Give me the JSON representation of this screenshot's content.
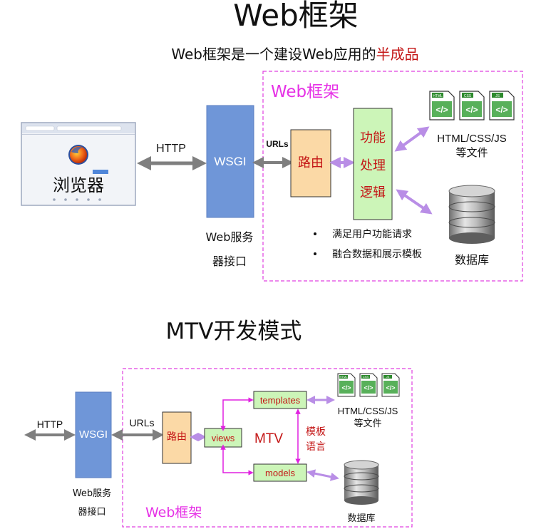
{
  "top": {
    "title": "Web框架",
    "subtitle_prefix": "Web框架是一个建设Web应用的",
    "subtitle_highlight": "半成品",
    "frame_label": "Web框架",
    "browser_label": "浏览器",
    "http_label": "HTTP",
    "wsgi_label": "WSGI",
    "wsgi_caption_line1": "Web服务",
    "wsgi_caption_line2": "器接口",
    "urls_label": "URLs",
    "router_label": "路由",
    "logic_line1": "功能",
    "logic_line2": "处理",
    "logic_line3": "逻辑",
    "files_label_line1": "HTML/CSS/JS",
    "files_label_line2": "等文件",
    "db_label": "数据库",
    "bullets": [
      "满足用户功能请求",
      "融合数据和展示模板"
    ],
    "file_icon_tags": [
      "HTML",
      "CSS",
      "JS"
    ]
  },
  "bottom": {
    "title": "MTV开发模式",
    "http_label": "HTTP",
    "wsgi_label": "WSGI",
    "wsgi_caption_line1": "Web服务",
    "wsgi_caption_line2": "器接口",
    "urls_label": "URLs",
    "router_label": "路由",
    "views_label": "views",
    "templates_label": "templates",
    "models_label": "models",
    "mtv_label": "MTV",
    "template_lang_line1": "模板",
    "template_lang_line2": "语言",
    "files_label_line1": "HTML/CSS/JS",
    "files_label_line2": "等文件",
    "db_label": "数据库",
    "frame_label": "Web框架",
    "file_icon_tags": [
      "HTML",
      "CSS",
      "JS"
    ]
  },
  "colors": {
    "frame": "#e040e0",
    "frame_label": "#e632e6",
    "wsgi_fill": "#6f96d8",
    "router_fill": "#fbd9a6",
    "logic_fill": "#ccf5b8",
    "red_text": "#c41616",
    "arrow_gray": "#7f7f7f",
    "arrow_purple": "#b98ee6",
    "magenta_arrow": "#e020e0"
  }
}
